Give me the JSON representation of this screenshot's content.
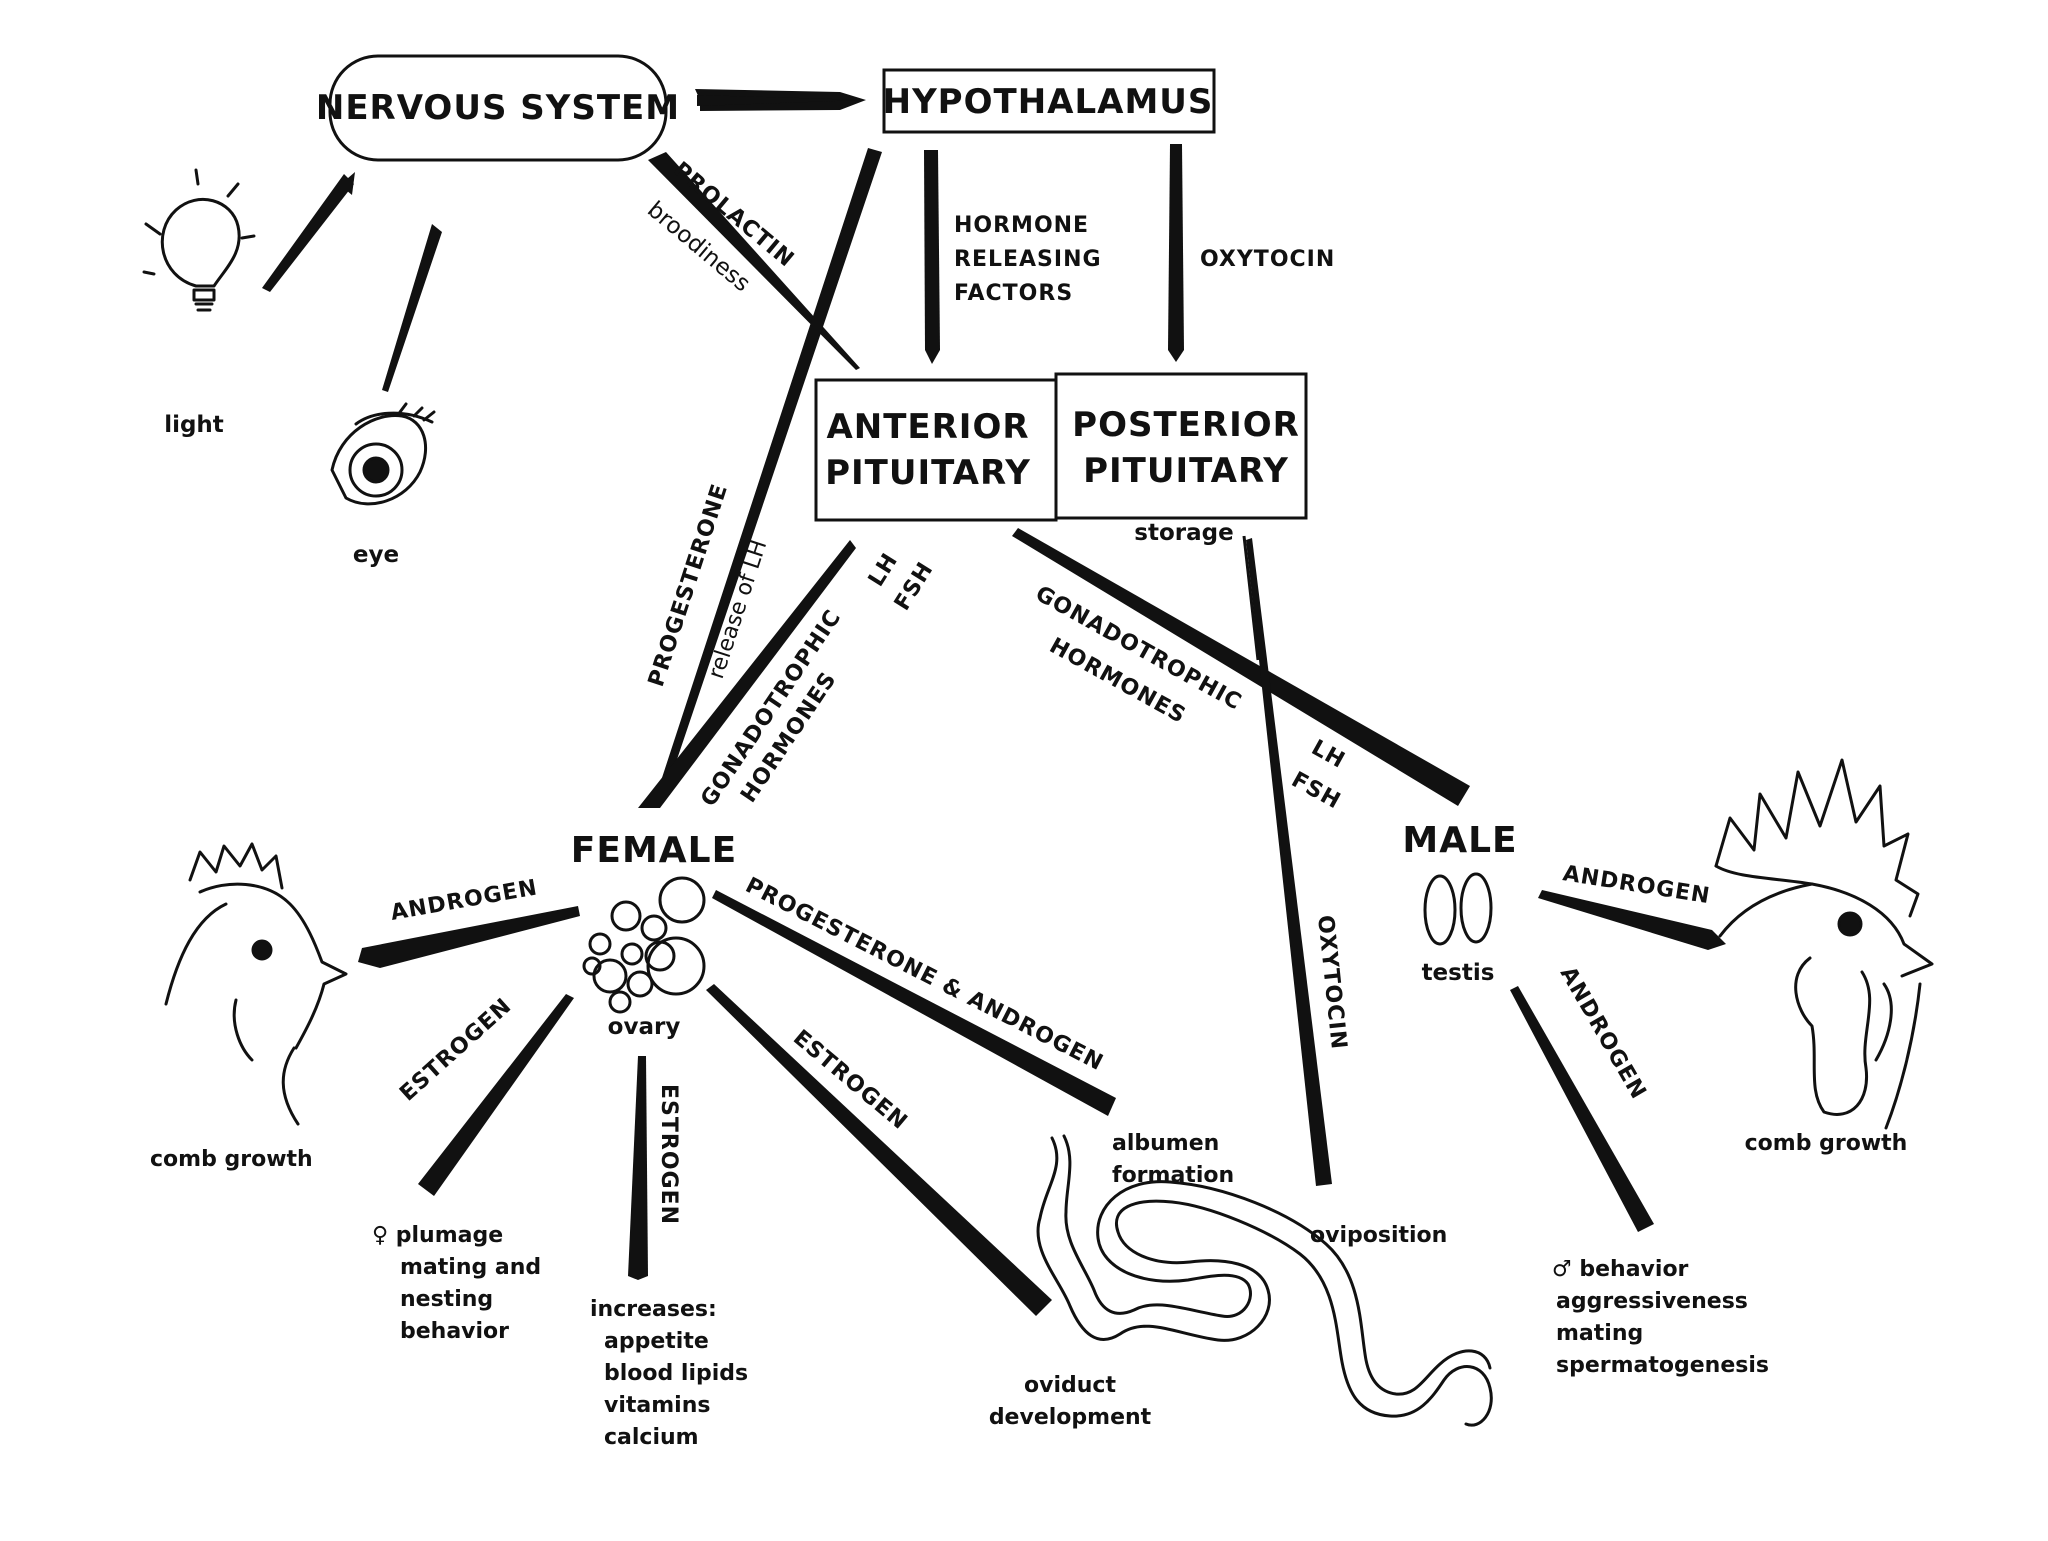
{
  "nodes": {
    "nervous_system": "NERVOUS SYSTEM",
    "hypothalamus": "HYPOTHALAMUS",
    "anterior_1": "ANTERIOR",
    "anterior_2": "PITUITARY",
    "posterior_1": "POSTERIOR",
    "posterior_2": "PITUITARY",
    "storage": "storage",
    "female": "FEMALE",
    "ovary": "ovary",
    "male": "MALE",
    "testis": "testis",
    "light": "light",
    "eye": "eye"
  },
  "arrow_labels": {
    "prolactin": "PROLACTIN",
    "broodiness": "broodiness",
    "hrf_1": "HORMONE",
    "hrf_2": "RELEASING",
    "hrf_3": "FACTORS",
    "oxytocin_top": "OXYTOCIN",
    "progesterone": "PROGESTERONE",
    "release_lh": "release of LH",
    "lh_left": "LH",
    "fsh_left": "FSH",
    "gonado_left_1": "GONADOTROPHIC",
    "gonado_left_2": "HORMONES",
    "gonado_right_1": "GONADOTROPHIC",
    "gonado_right_2": "HORMONES",
    "lh_right": "LH",
    "fsh_right": "FSH",
    "oxytocin_right": "OXYTOCIN",
    "androgen_female": "ANDROGEN",
    "estrogen_left": "ESTROGEN",
    "estrogen_center": "ESTROGEN",
    "estrogen_oviduct": "ESTROGEN",
    "prog_androgen": "PROGESTERONE & ANDROGEN",
    "androgen_male": "ANDROGEN",
    "androgen_male_down": "ANDROGEN"
  },
  "outcomes": {
    "comb_growth_left": "comb growth",
    "plumage": [
      "♀ plumage",
      "mating and",
      "nesting",
      "behavior"
    ],
    "increases": [
      "increases:",
      "appetite",
      "blood lipids",
      "vitamins",
      "calcium"
    ],
    "oviduct": [
      "oviduct",
      "development"
    ],
    "albumen": [
      "albumen",
      "formation"
    ],
    "oviposition": "oviposition",
    "male_behavior": [
      "♂ behavior",
      "aggressiveness",
      "mating",
      "spermatogenesis"
    ],
    "comb_growth_right": "comb growth"
  },
  "icons": [
    "light-bulb-icon",
    "eye-icon",
    "hen-head-icon",
    "ovary-icon",
    "testis-icon",
    "rooster-head-icon",
    "oviduct-icon"
  ]
}
